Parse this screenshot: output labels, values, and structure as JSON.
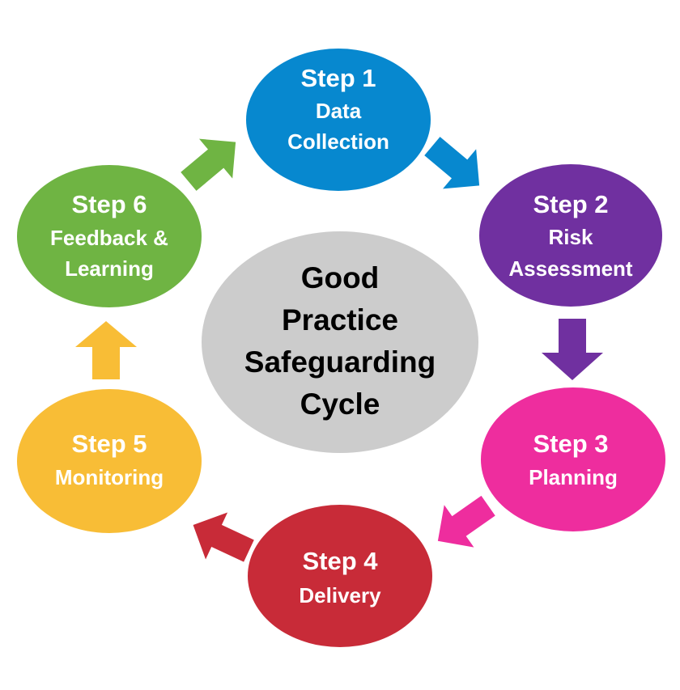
{
  "center": {
    "lines": [
      "Good",
      "Practice",
      "Safeguarding",
      "Cycle"
    ],
    "color": "#cccccc"
  },
  "steps": [
    {
      "title": "Step 1",
      "lines": [
        "Data",
        "Collection"
      ],
      "color": "#0788cf"
    },
    {
      "title": "Step 2",
      "lines": [
        "Risk",
        "Assessment"
      ],
      "color": "#7030a0"
    },
    {
      "title": "Step 3",
      "lines": [
        "Planning"
      ],
      "color": "#ee2d9e"
    },
    {
      "title": "Step 4",
      "lines": [
        "Delivery"
      ],
      "color": "#c82b38"
    },
    {
      "title": "Step 5",
      "lines": [
        "Monitoring"
      ],
      "color": "#f8bd36"
    },
    {
      "title": "Step 6",
      "lines": [
        "Feedback &",
        "Learning"
      ],
      "color": "#6fb443"
    }
  ],
  "arrows": [
    {
      "from": "Step 1",
      "to": "Step 2",
      "color": "#0788cf"
    },
    {
      "from": "Step 2",
      "to": "Step 3",
      "color": "#7030a0"
    },
    {
      "from": "Step 3",
      "to": "Step 4",
      "color": "#ee2d9e"
    },
    {
      "from": "Step 4",
      "to": "Step 5",
      "color": "#c82b38"
    },
    {
      "from": "Step 5",
      "to": "Step 6",
      "color": "#f8bd36"
    },
    {
      "from": "Step 6",
      "to": "Step 1",
      "color": "#6fb443"
    }
  ]
}
